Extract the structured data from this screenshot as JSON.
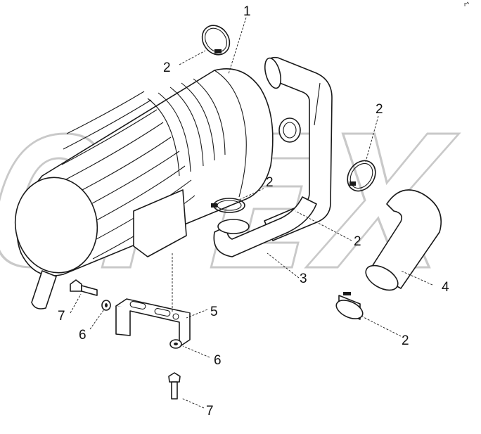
{
  "callouts": {
    "c1": "1",
    "c2a": "2",
    "c2b": "2",
    "c2c": "2",
    "c2d": "2",
    "c2e": "2",
    "c3": "3",
    "c4": "4",
    "c5": "5",
    "c6a": "6",
    "c6b": "6",
    "c7a": "7",
    "c7b": "7"
  },
  "watermark": {
    "text": "OPEX"
  },
  "corner_mark": "r^"
}
